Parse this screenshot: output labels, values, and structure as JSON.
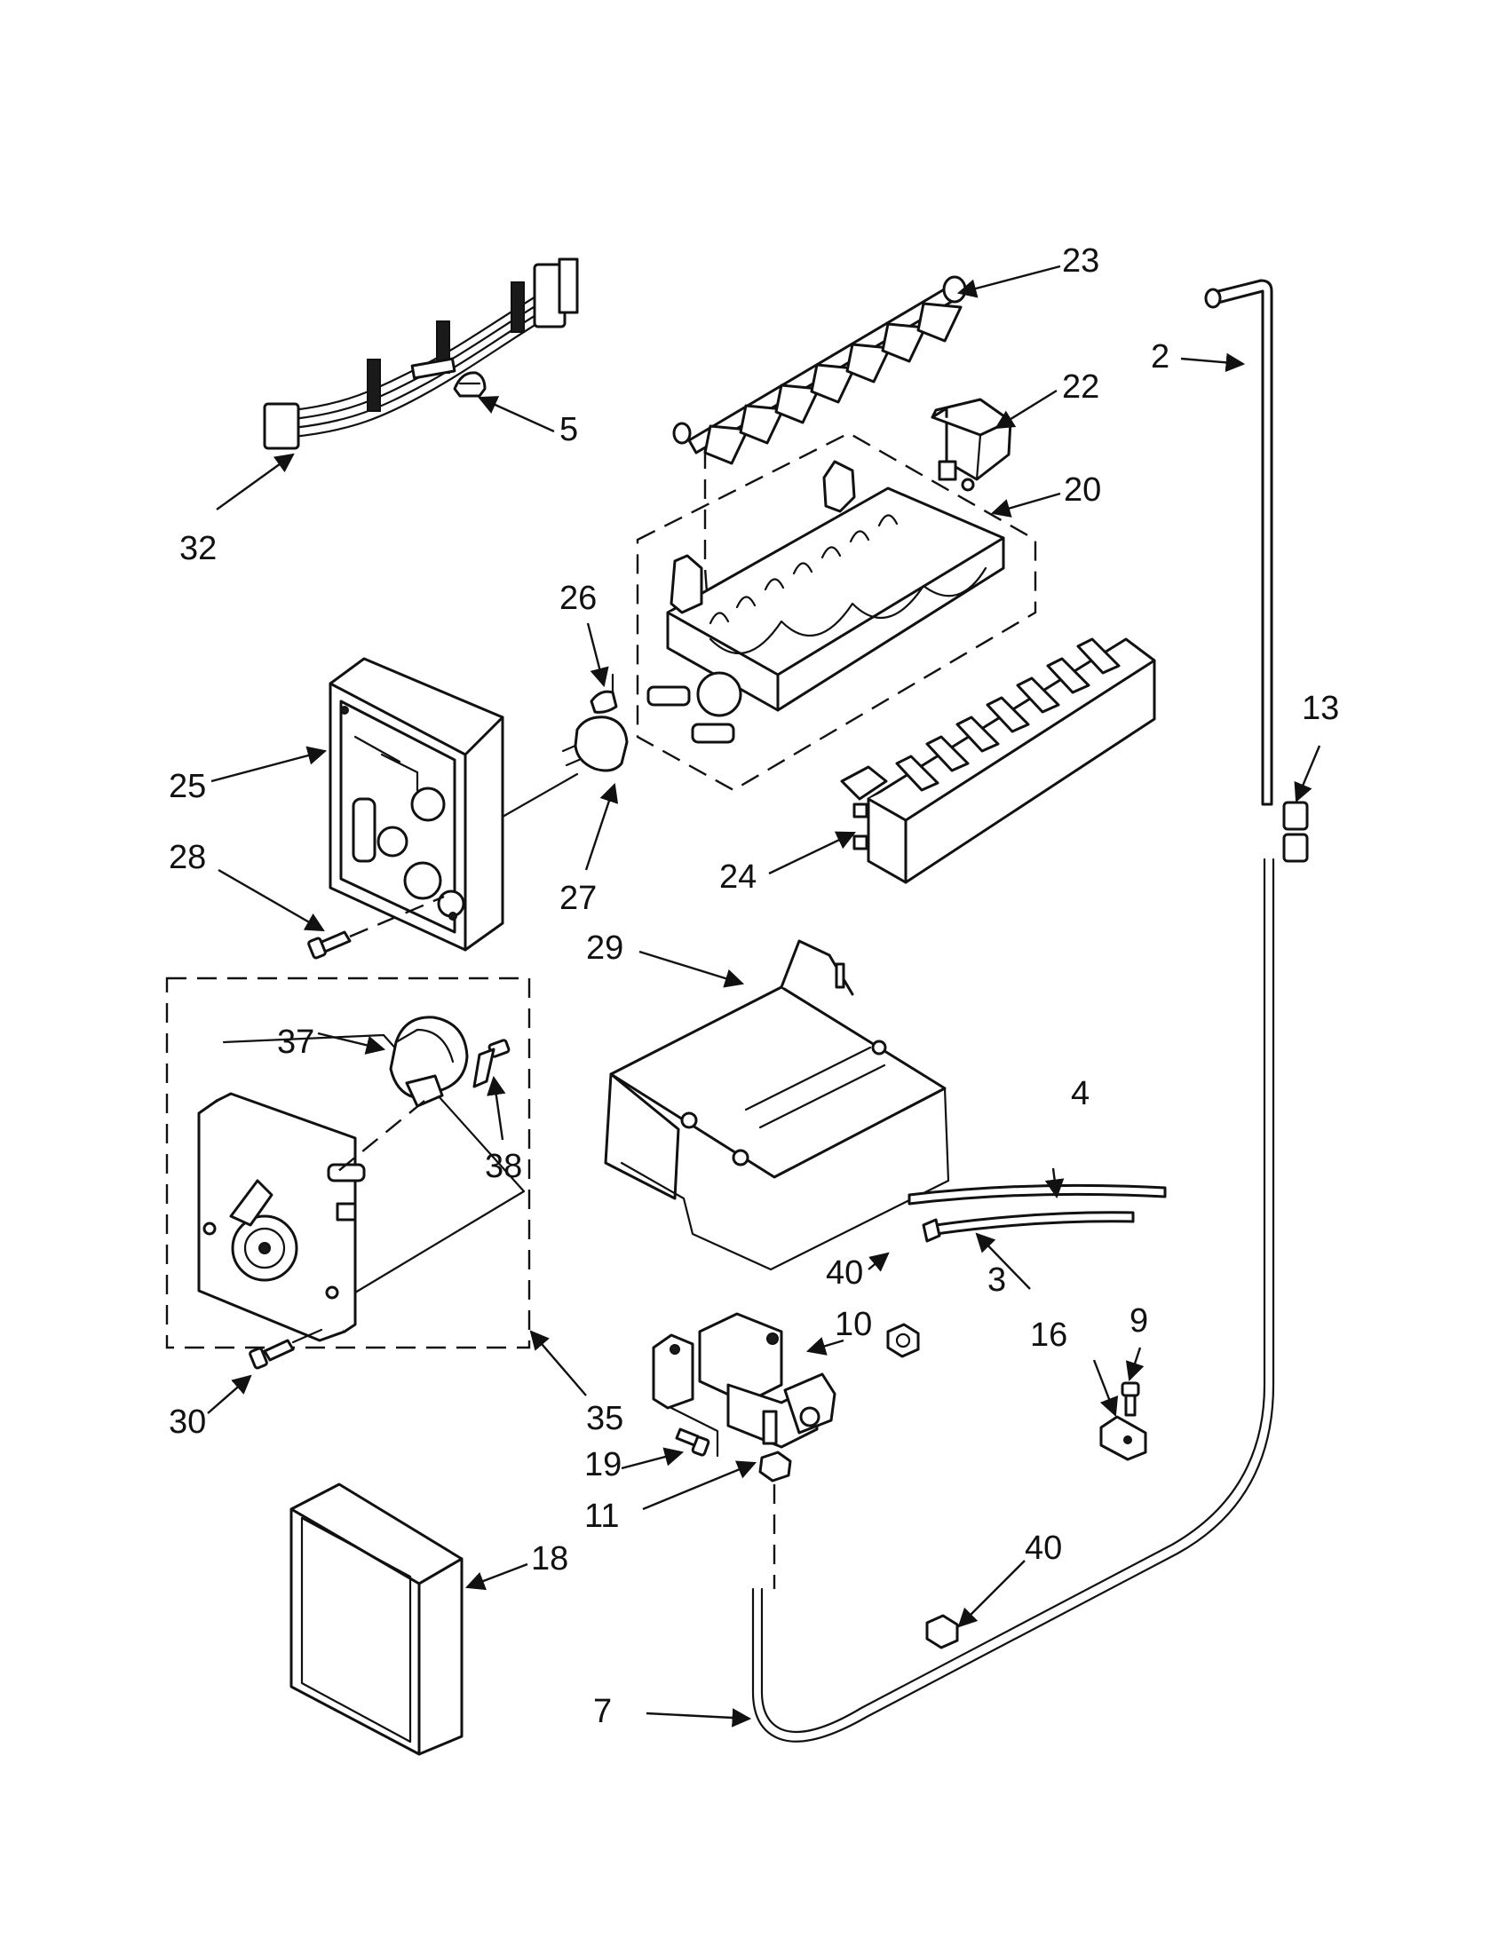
{
  "callouts": {
    "c2": "2",
    "c3": "3",
    "c4": "4",
    "c5": "5",
    "c7": "7",
    "c9": "9",
    "c10": "10",
    "c11": "11",
    "c13": "13",
    "c16": "16",
    "c18": "18",
    "c19": "19",
    "c20": "20",
    "c22": "22",
    "c23": "23",
    "c24": "24",
    "c25": "25",
    "c26": "26",
    "c27": "27",
    "c28": "28",
    "c29": "29",
    "c30": "30",
    "c32": "32",
    "c35": "35",
    "c37": "37",
    "c38": "38",
    "c40a": "40",
    "c40b": "40"
  }
}
